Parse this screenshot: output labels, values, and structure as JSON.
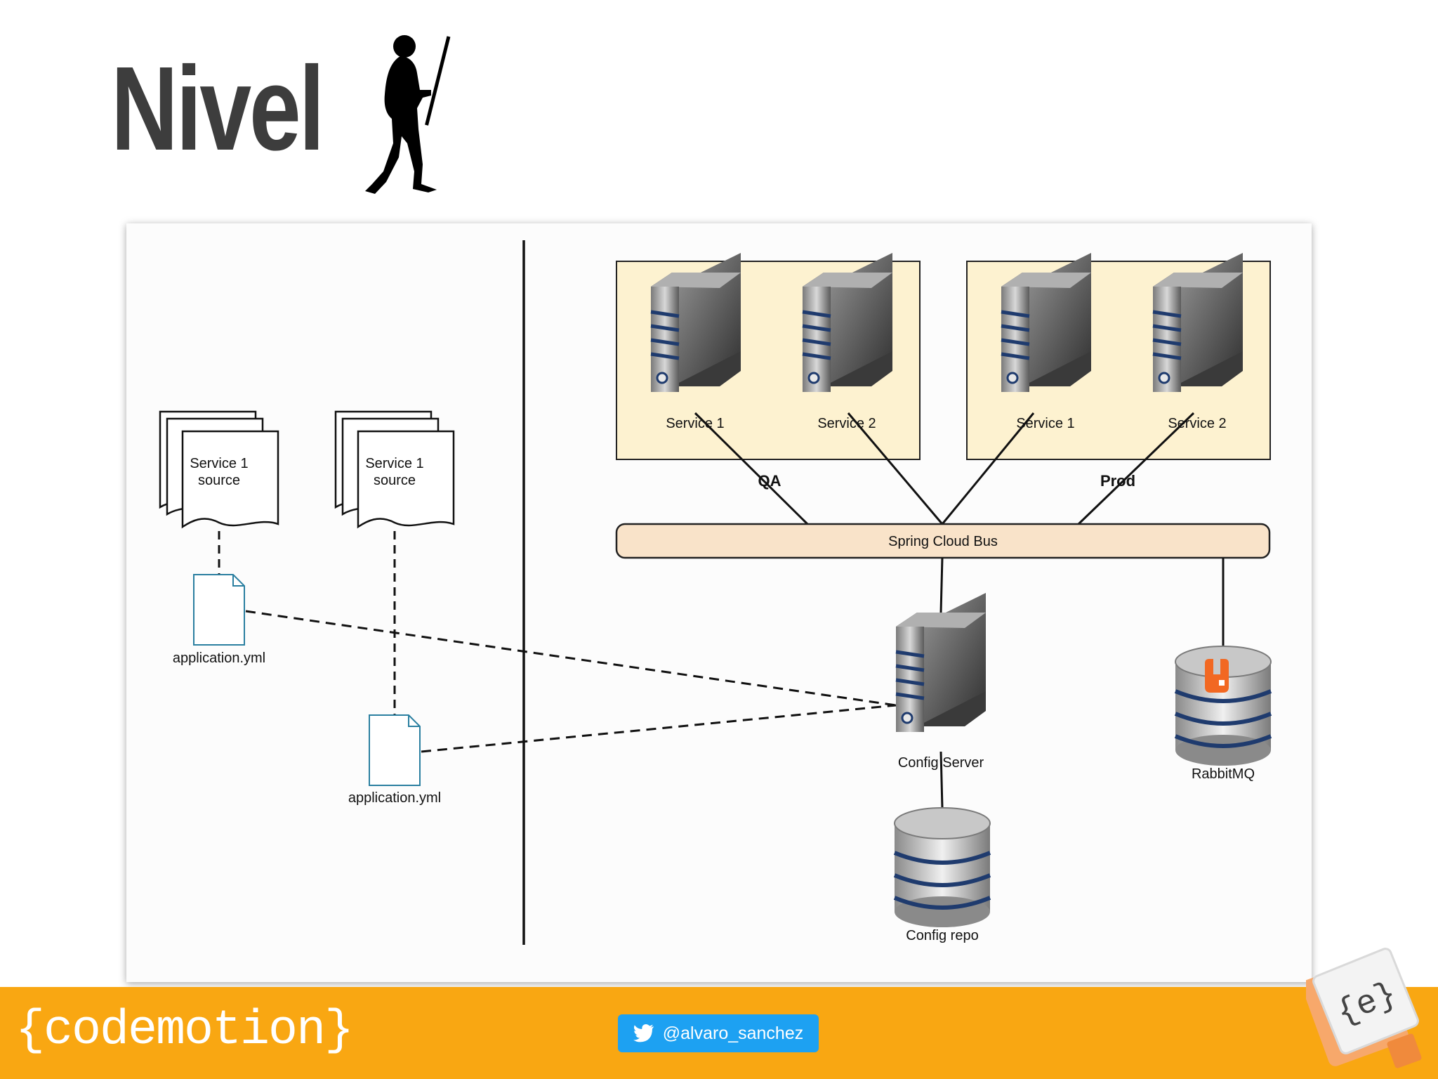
{
  "slide": {
    "title": "Nivel",
    "caveman_icon": "caveman-icon"
  },
  "diagram": {
    "left": {
      "sources": [
        {
          "line1": "Service 1",
          "line2": "source"
        },
        {
          "line1": "Service 1",
          "line2": "source"
        }
      ],
      "files": [
        "application.yml",
        "application.yml"
      ]
    },
    "envs": [
      {
        "label": "QA",
        "services": [
          "Service 1",
          "Service 2"
        ]
      },
      {
        "label": "Prod",
        "services": [
          "Service 1",
          "Service 2"
        ]
      }
    ],
    "bus": "Spring Cloud Bus",
    "config_server": "Config Server",
    "config_repo": "Config repo",
    "rabbitmq": "RabbitMQ",
    "colors": {
      "env_fill": "#fdf2d0",
      "bus_fill": "#f9e3c9",
      "rabbit": "#f26822"
    }
  },
  "footer": {
    "brand": "{codemotion}",
    "twitter_handle": "@alvaro_sanchez",
    "twitter_icon": "twitter-bird-icon",
    "logo_icon": "codemotion-e-logo-icon",
    "colors": {
      "bar": "#f9a712",
      "twitter": "#1da1f2"
    }
  }
}
